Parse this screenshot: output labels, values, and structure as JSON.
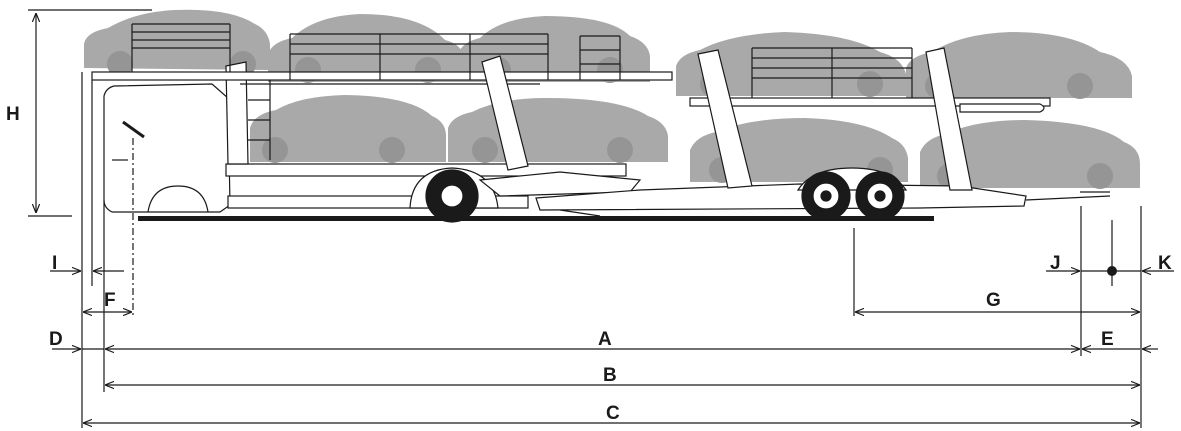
{
  "colors": {
    "ink": "#1a1a1a",
    "car": "#a9a9a9",
    "car_dark": "#959595",
    "vehicle_fill": "#ffffff",
    "background": "#ffffff"
  },
  "dimensions": {
    "A": "A",
    "B": "B",
    "C": "C",
    "D": "D",
    "E": "E",
    "F": "F",
    "G": "G",
    "H": "H",
    "I": "I",
    "J": "J",
    "K": "K"
  }
}
